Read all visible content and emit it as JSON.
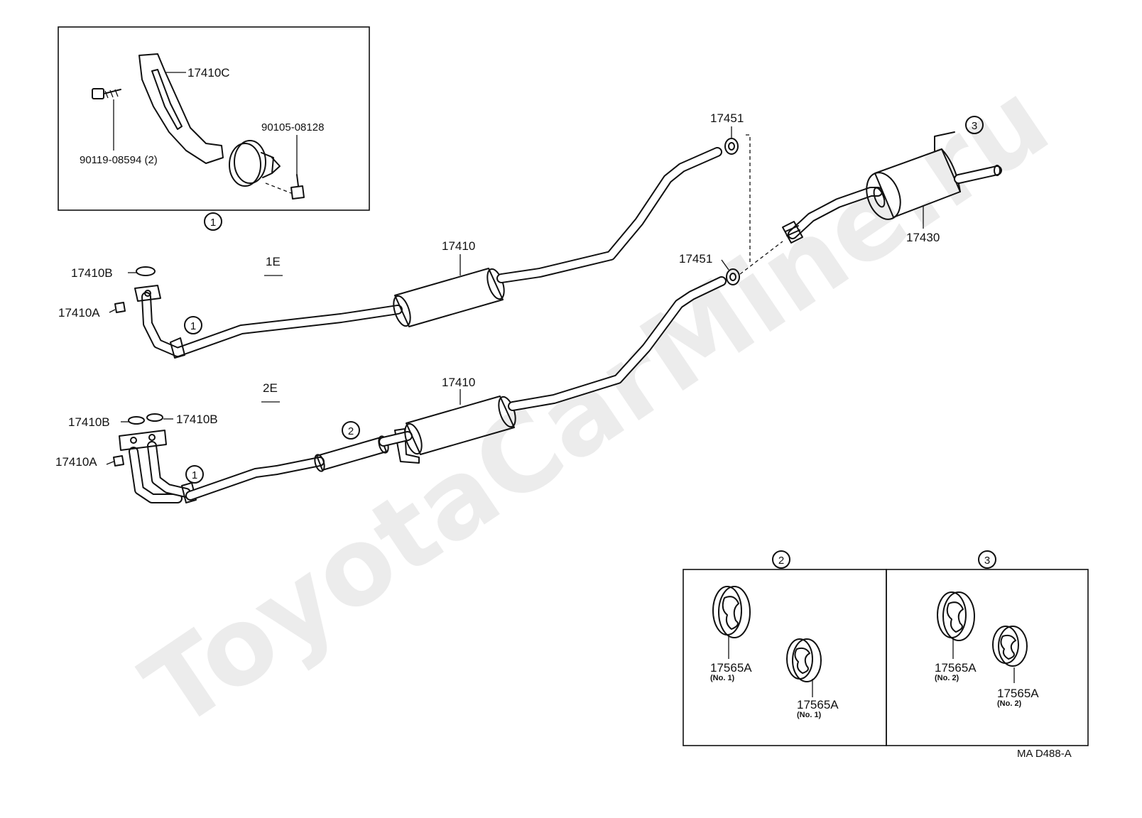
{
  "watermark": "ToyotaCarMine.ru",
  "inset_box_1": {
    "ref": "1",
    "labels": {
      "bracket": "17410C",
      "bolt": "90119-08594 (2)",
      "nut": "90105-08128"
    }
  },
  "variant_1e": {
    "label": "1E",
    "labels": {
      "gasket": "17410B",
      "nut": "17410A",
      "pipe": "17410",
      "ref": "1"
    }
  },
  "variant_2e": {
    "label": "2E",
    "labels": {
      "gasket_left": "17410B",
      "gasket_right": "17410B",
      "nut": "17410A",
      "pipe": "17410",
      "ref_1": "1",
      "ref_2": "2"
    }
  },
  "tail": {
    "gasket_top": "17451",
    "gasket_bottom": "17451",
    "muffler": "17430",
    "ref": "3"
  },
  "hangers_box_2": {
    "ref": "2",
    "items": [
      {
        "part": "17565A",
        "note": "(No. 1)"
      },
      {
        "part": "17565A",
        "note": "(No. 1)"
      }
    ]
  },
  "hangers_box_3": {
    "ref": "3",
    "items": [
      {
        "part": "17565A",
        "note": "(No. 2)"
      },
      {
        "part": "17565A",
        "note": "(No. 2)"
      }
    ]
  },
  "figure_code": "MA  D488-A"
}
